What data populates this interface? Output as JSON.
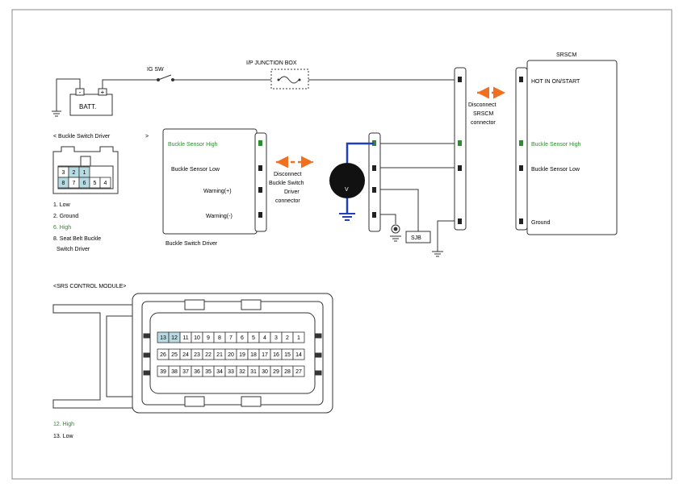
{
  "diagram": {
    "batt_label": "BATT.",
    "batt_neg": "-",
    "batt_pos": "+",
    "ig_sw_label": "IG SW",
    "junction_box_label": "I/P JUNCTION BOX",
    "srscm_title": "SRSCM",
    "srscm_pins": {
      "hot": "HOT IN ON/START",
      "high": "Buckle Sensor High",
      "low": "Buckle Sensor Low",
      "ground": "Ground"
    },
    "buckle_driver": {
      "high": "Buckle Sensor High",
      "low": "Buckle Sensor Low",
      "warn_pos": "Warning(+)",
      "warn_neg": "Warning(-)",
      "caption": "Buckle Switch Driver"
    },
    "disconnect_srscm": [
      "Disconnect",
      "SRSCM",
      "connector"
    ],
    "disconnect_buckle": [
      "Disconnect",
      "Buckle Switch",
      "Driver",
      "connector"
    ],
    "voltmeter_label": "V",
    "sjb_label": "SJB",
    "colors": {
      "highlight_green": "#2e8b2e",
      "arrow_orange": "#f07020",
      "wire_blue": "#1f3fbf",
      "pin_highlight": "#b7dbe3"
    }
  },
  "buckle_connector": {
    "title": "< Buckle Switch Driver",
    "arrow": ">",
    "top_row": [
      "3",
      "2",
      "1"
    ],
    "bottom_row": [
      "8",
      "7",
      "6",
      "5",
      "4"
    ],
    "legend": [
      "1. Low",
      "2. Ground",
      "6. High",
      "8. Seat Belt Buckle",
      "Switch Driver"
    ]
  },
  "srs_module": {
    "title": "<SRS CONTROL MODULE>",
    "row1": [
      "13",
      "12",
      "11",
      "10",
      "9",
      "8",
      "7",
      "6",
      "5",
      "4",
      "3",
      "2",
      "1"
    ],
    "row2": [
      "26",
      "25",
      "24",
      "23",
      "22",
      "21",
      "20",
      "19",
      "18",
      "17",
      "16",
      "15",
      "14"
    ],
    "row3": [
      "39",
      "38",
      "37",
      "36",
      "35",
      "34",
      "33",
      "32",
      "31",
      "30",
      "29",
      "28",
      "27"
    ],
    "legend": [
      "12. High",
      "13. Low"
    ]
  }
}
